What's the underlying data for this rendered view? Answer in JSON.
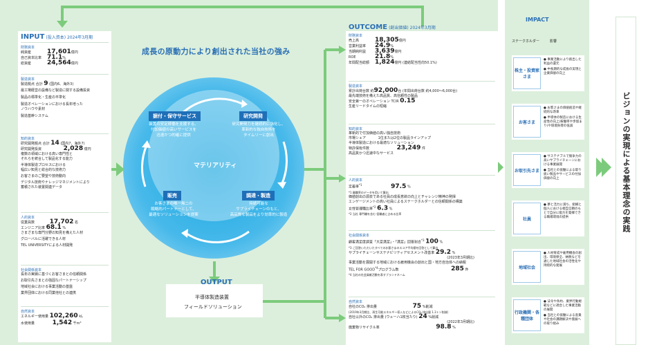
{
  "input": {
    "title": "INPUT",
    "subtitle": "(投入資本) 2024年3月期",
    "financial": {
      "head": "財務資本",
      "rows": [
        [
          "純資産",
          "17,601",
          "億円"
        ],
        [
          "自己資本比率",
          "71.1",
          "%"
        ],
        [
          "総資産",
          "24,564",
          "億円"
        ]
      ]
    },
    "manufacturing": {
      "head": "製造資本",
      "l1": "製造拠点 合計",
      "n1": "9",
      "u1": "(国内6、海外3)",
      "l2": "最工場経営の設備など製造に関する設備投資",
      "l3": "製品の標準化・生産の平準化",
      "l4": "製造オペレーションにおける長年培った",
      "l5": "ノウハウや素材",
      "l6": "製造基幹システム"
    },
    "intellectual": {
      "head": "知的資本",
      "l1": "研究開発拠点 合計",
      "n1": "14",
      "u1": "(国内7、海外7)",
      "l2": "研究開発投資",
      "n2": "2,028",
      "u2": "億円",
      "l3": "複数の領域における高い専門性と",
      "l4": "それらを統合して製品化する能力",
      "l5": "半導体製造プロセスにおける",
      "l6": "幅広い知見と総合的な技術力",
      "l7": "お客さまのご要望や技術動向",
      "l8": "デジタル技術やナレッジマネジメントにより",
      "l9": "蓄積された装置関連データ"
    },
    "human": {
      "head": "人的資本",
      "l1": "従業員数",
      "n1": "17,702",
      "u1": "名",
      "l2": "エンジニア比率",
      "n2": "68.1",
      "u2": "%",
      "l3": "さまざまな専門分野の知見を備えた人材",
      "l4": "グローバルに活躍できる人材",
      "l5": "TEL UNIVERSITYによる人材開発"
    },
    "social": {
      "head": "社会関係資本",
      "l1": "長年の実績に基づくお客さまとの信頼関係",
      "l2": "お取引先さまとの強固なパートナーシップ",
      "l3": "地域社会における事業活動の基盤",
      "l4": "業界団体における同業他社との連携"
    },
    "natural": {
      "head": "自然資本",
      "l1": "エネルギー使用量",
      "n1": "102,260",
      "u1": "kL",
      "l2": "水使用量",
      "n2": "1,542",
      "u2": "千m³"
    }
  },
  "center": {
    "heading": "成長の原動力により創出された当社の強み",
    "core": "マテリアリティ",
    "q1": {
      "badge": "据付・保守サービス",
      "t1": "装置の安定稼働を支援する、",
      "t2": "付加価値の高いサービスを",
      "t3": "迅速かつ的確に提供"
    },
    "q2": {
      "badge": "研究開発",
      "t1": "研究開発力を継続的に強化し、",
      "t2": "革新的な独自技術を",
      "t3": "タイムリーに創出"
    },
    "q3": {
      "badge": "販売",
      "t1": "お客さまの唯一無二の",
      "t2": "戦略的パートナーとして、",
      "t3": "最適なソリューションを提案"
    },
    "q4": {
      "badge": "調達・製造",
      "t1": "持続可能な",
      "t2": "サプライチェーンのもと、",
      "t3": "高品質な製品をより効率的に製造"
    }
  },
  "output": {
    "title": "OUTPUT",
    "l1": "半導体製造装置",
    "l2": "フィールドソリューション"
  },
  "outcome": {
    "title": "OUTCOME",
    "subtitle": "(創出価値) 2024年3月期",
    "financial": {
      "head": "財務資本",
      "rows": [
        [
          "売上高",
          "18,305",
          "億円"
        ],
        [
          "営業利益率",
          "24.9",
          "%"
        ],
        [
          "当期純利益",
          "3,639",
          "億円"
        ],
        [
          "ROE",
          "21.8",
          "%"
        ],
        [
          "年間配当総額",
          "1,824",
          "億円 (連結配当性向50.1%)"
        ]
      ]
    },
    "manufacturing": {
      "head": "製造資本",
      "l1": "累計出荷台数 約",
      "n1": "92,000",
      "u1": "台 (年間出荷台数 約4,000〜6,000台)",
      "l2": "最先端技術を備えた高品質、高信頼性の製品",
      "l3": "安全第一のオペレーション TCIR",
      "n3": "0.15",
      "l4": "生産リードタイムの短縮"
    },
    "intellectual": {
      "head": "知的資本",
      "l1": "革新的で付加価値の高い独自技術",
      "l2": "市場シェア",
      "l2b": "1位または2位の製品ラインアップ",
      "l3": "半導体製造における最適なソリューション",
      "l4": "特許保有件数",
      "n4": "23,249",
      "u4": "件",
      "l5": "高品質かつ迅速中なサービス"
    },
    "human": {
      "head": "人的資本",
      "l1": "定着率",
      "s1": "*1",
      "n1": "97.5",
      "u1": "%",
      "l1n": "*1 離職率のデータを用いて算出",
      "l2": "価値創出の源泉である社員の成長意欲の向上とチャレンジ精神の発揮",
      "l3": "エンゲージメントの高い社員によるステークホルダーとの信頼関係の構築",
      "l4": "女性管理職比率",
      "s4": "*2",
      "n4": "6.3",
      "u4": "%",
      "l4n": "*2 当社 専門職を含む 役職者に占める比率"
    },
    "social": {
      "head": "社会関係資本",
      "l1": "顧客満足度調査「大変満足」・「満足」回答割合",
      "s1": "*3",
      "n1": "100",
      "u1": "%",
      "l1n": "*3 ご回答いただいたすべてのお客さまのスコア平均値を回答として算出",
      "l2": "サプライチェーンサステナビリティアセスメント改善率",
      "n2": "29.2",
      "u2": "%",
      "l2n": "(2023年3月期比)",
      "l3": "事業活動を展開する地域における雇用機会の創出と国・地方自治体への納税",
      "l4": "TEL FOR GOOD",
      "s4": "*4",
      "l4b": "プログラム数",
      "n4": "285",
      "u4": "件",
      "l4n": "*4 当社の社会貢献活動を表すブランドネーム"
    },
    "natural": {
      "head": "自然資本",
      "l1": "自社のCO₂ 排出量",
      "n1": "75",
      "u1": "%削減",
      "l1n": "(2019年3月期比、再生可能エネルギー導入などによるCO₂ 排出量 1.3トン削減)",
      "l2": "自社以外のCO₂ 排出量 (ウェーハ1枚当たり)",
      "n2": "24",
      "u2": "%削減",
      "l2n": "(2022年3月期比)",
      "l3": "廃棄物リサイクル率",
      "n3": "98.8",
      "u3": "%"
    }
  },
  "impact": {
    "title": "IMPACT",
    "h1": "ステークホルダー",
    "h2": "影響",
    "rows": [
      {
        "label": "株主・投資家さま",
        "t1": "事業活動により創出した利益の還元",
        "t2": "中長期的な成長の実現と企業価値の向上"
      },
      {
        "label": "お客さま",
        "t1": "お客さまの価値創造や継続的な改革",
        "t2": "半導体の製造における生産性の向上(稼働率や歩留まり)や環境負荷の低減"
      },
      {
        "label": "お取引先さま",
        "t1": "サステナブルで競争力の高いサプライチェーンにおける事業展開",
        "t2": "当社との協働による取り扱い製品やサービスの付加価値の向上"
      },
      {
        "label": "社員",
        "t1": "夢と活力に満ち、組織と個人における相互信頼のもとで自分に能力を発揮できる職場環境の提供"
      },
      {
        "label": "地域社会",
        "t1": "人材育成や雇用機会の創出、環境保全、納税などを通じた地域社会の活性化や持続的な発展"
      },
      {
        "label": "行政機関・各種団体",
        "t1": "法令や条約、業界行動規範などに適合した事業活動の展開",
        "t2": "当社との協働による産業や社会の課題解決や発展への取り組み"
      }
    ]
  },
  "vision": "ビジョンの実現による基本理念の実践"
}
